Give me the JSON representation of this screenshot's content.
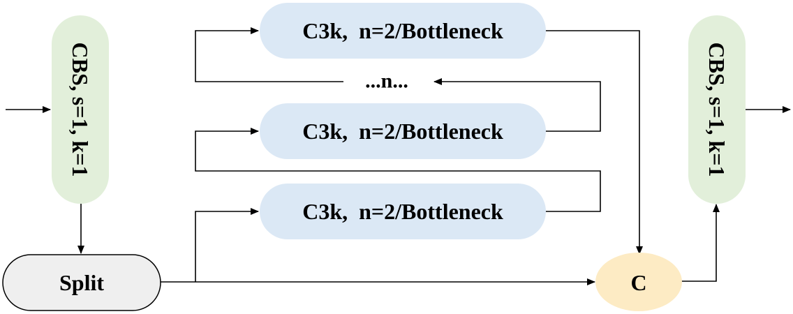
{
  "colors": {
    "cbs_fill": "#e2efda",
    "c3k_fill": "#dbe8f5",
    "split_fill": "#efefef",
    "concat_fill": "#fdebc4",
    "stroke": "#000000"
  },
  "nodes": {
    "cbs_in": "CBS, s=1, k=1",
    "c3k_top": "C3k,  n=2/Bottleneck",
    "ellipsis": "...n...",
    "c3k_mid": "C3k,  n=2/Bottleneck",
    "c3k_bottom": "C3k,  n=2/Bottleneck",
    "split": "Split",
    "concat": "C",
    "cbs_out": "CBS, s=1, k=1"
  }
}
